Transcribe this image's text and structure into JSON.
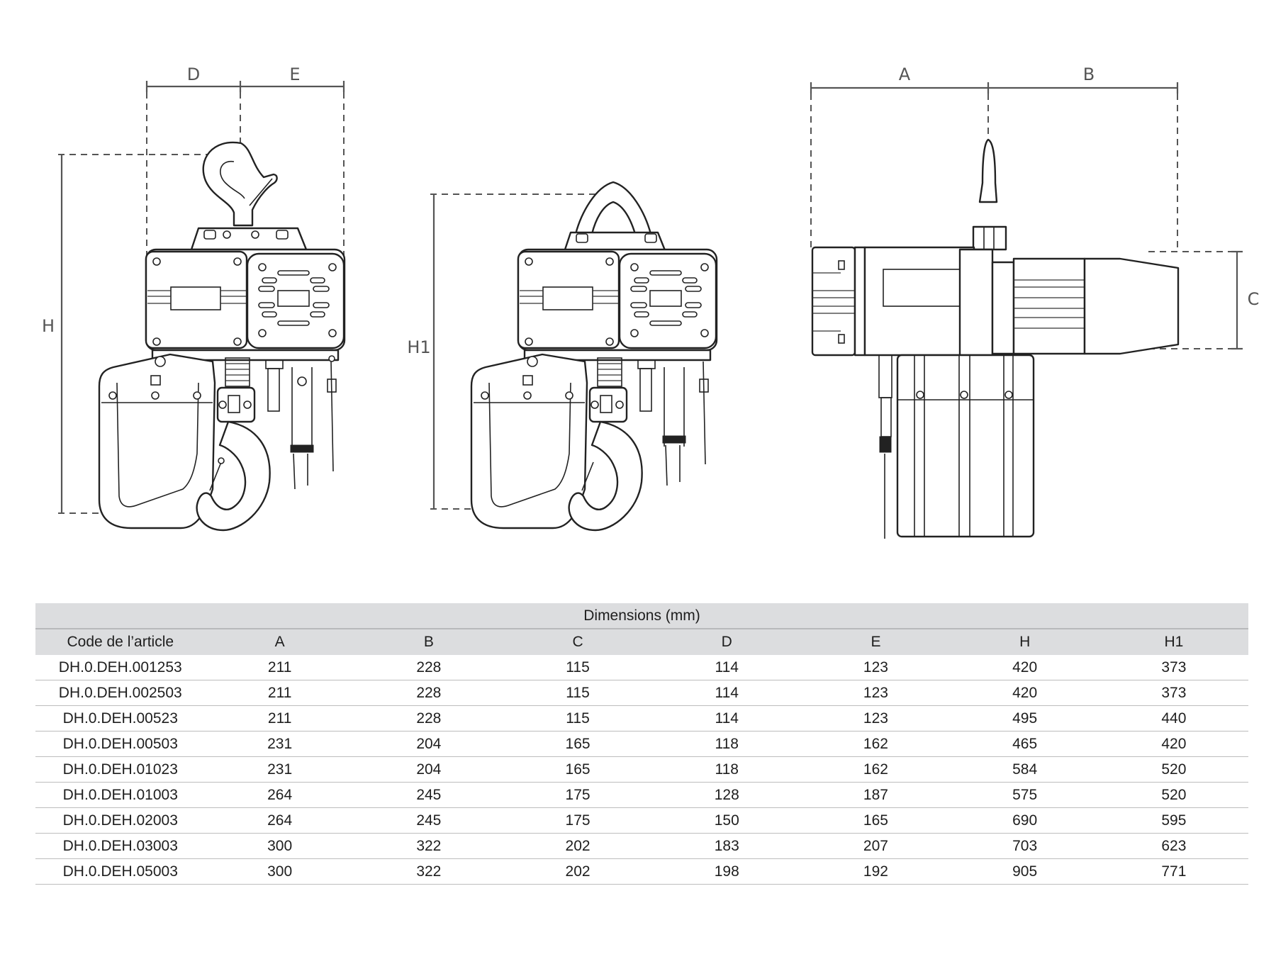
{
  "drawings": {
    "front_view_labels": {
      "D": "D",
      "E": "E",
      "H": "H"
    },
    "front_view_no_hook_labels": {
      "H1": "H1"
    },
    "side_view_labels": {
      "A": "A",
      "B": "B",
      "C": "C"
    }
  },
  "table": {
    "group_header": "Dimensions (mm)",
    "columns": [
      "Code de l’article",
      "A",
      "B",
      "C",
      "D",
      "E",
      "H",
      "H1"
    ],
    "rows": [
      [
        "DH.0.DEH.001253",
        "211",
        "228",
        "115",
        "114",
        "123",
        "420",
        "373"
      ],
      [
        "DH.0.DEH.002503",
        "211",
        "228",
        "115",
        "114",
        "123",
        "420",
        "373"
      ],
      [
        "DH.0.DEH.00523",
        "211",
        "228",
        "115",
        "114",
        "123",
        "495",
        "440"
      ],
      [
        "DH.0.DEH.00503",
        "231",
        "204",
        "165",
        "118",
        "162",
        "465",
        "420"
      ],
      [
        "DH.0.DEH.01023",
        "231",
        "204",
        "165",
        "118",
        "162",
        "584",
        "520"
      ],
      [
        "DH.0.DEH.01003",
        "264",
        "245",
        "175",
        "128",
        "187",
        "575",
        "520"
      ],
      [
        "DH.0.DEH.02003",
        "264",
        "245",
        "175",
        "150",
        "165",
        "690",
        "595"
      ],
      [
        "DH.0.DEH.03003",
        "300",
        "322",
        "202",
        "183",
        "207",
        "703",
        "623"
      ],
      [
        "DH.0.DEH.05003",
        "300",
        "322",
        "202",
        "198",
        "192",
        "905",
        "771"
      ]
    ]
  }
}
